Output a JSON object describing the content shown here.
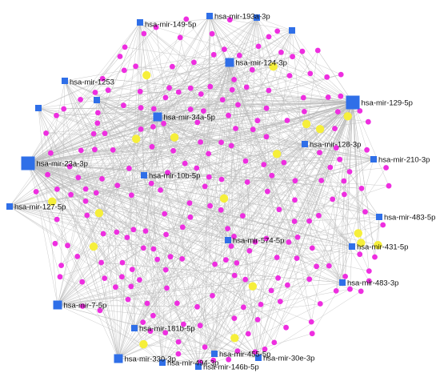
{
  "colors": {
    "mirna": "#2f6fe8",
    "gene": "#ee2ee0",
    "hub_gene": "#f6ef3a",
    "edge": "#b9b9b9",
    "background": "#ffffff"
  },
  "legend": {
    "mirna_shape": "square",
    "gene_shape": "circle"
  },
  "mirna_nodes": [
    {
      "id": "m149",
      "label": "hsa-mir-149-5p",
      "size": 1
    },
    {
      "id": "m193",
      "label": "hsa-mir-193a-3p",
      "size": 1
    },
    {
      "id": "m124",
      "label": "hsa-mir-124-3p",
      "size": 2
    },
    {
      "id": "m1253",
      "label": "hsa-mir-1253",
      "size": 1
    },
    {
      "id": "m129",
      "label": "hsa-mir-129-5p",
      "size": 4
    },
    {
      "id": "m34a",
      "label": "hsa-mir-34a-5p",
      "size": 2
    },
    {
      "id": "m128",
      "label": "hsa-mir-128-3p",
      "size": 1
    },
    {
      "id": "m23a",
      "label": "hsa-mir-23a-3p",
      "size": 4
    },
    {
      "id": "m210",
      "label": "hsa-mir-210-3p",
      "size": 1
    },
    {
      "id": "m10b",
      "label": "hsa-mir-10b-5p",
      "size": 1
    },
    {
      "id": "m127",
      "label": "hsa-mir-127-5p",
      "size": 1
    },
    {
      "id": "m483_5",
      "label": "hsa-mir-483-5p",
      "size": 1
    },
    {
      "id": "m574",
      "label": "hsa-mir-574-5p",
      "size": 1
    },
    {
      "id": "m431",
      "label": "hsa-mir-431-5p",
      "size": 1
    },
    {
      "id": "m483_3",
      "label": "hsa-mir-483-3p",
      "size": 1
    },
    {
      "id": "m7",
      "label": "hsa-mir-7-5p",
      "size": 2
    },
    {
      "id": "m181b",
      "label": "hsa-mir-181b-5p",
      "size": 1
    },
    {
      "id": "m455",
      "label": "hsa-mir-455-5p",
      "size": 1
    },
    {
      "id": "m330",
      "label": "hsa-mir-330-3p",
      "size": 2
    },
    {
      "id": "m494",
      "label": "hsa-mir-494-3p",
      "size": 1
    },
    {
      "id": "m30e",
      "label": "hsa-mir-30e-3p",
      "size": 1
    },
    {
      "id": "m146b",
      "label": "hsa-mir-146b-5p",
      "size": 1
    },
    {
      "id": "u1",
      "label": "",
      "size": 1
    },
    {
      "id": "u2",
      "label": "",
      "size": 1
    },
    {
      "id": "u3",
      "label": "",
      "size": 1
    },
    {
      "id": "u4",
      "label": "",
      "size": 1
    }
  ],
  "gene_node_counts": {
    "target_genes": 250,
    "hub_genes": 18
  }
}
